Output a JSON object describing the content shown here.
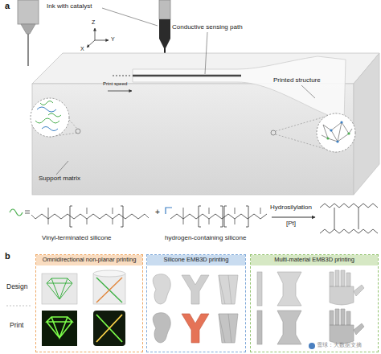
{
  "diagram": {
    "nodes": [
      {
        "text": [
          "Omnidirectional non-planar printing"
        ]
      },
      {
        "text": [
          "Silicone EMB3D printing"
        ]
      },
      {
        "text": [
          "Multi-material EMB3D printing"
        ]
      }
    ],
    "labels": [
      "a",
      "Ink with catalyst",
      "Z",
      "Y",
      "X",
      "Conductive sensing path",
      "Print speed",
      "Printed structure",
      "Support matrix",
      "Vinyl-terminated silicone",
      "+",
      "hydrogen-containing silicone",
      "Hydrosilylation",
      "[Pt]",
      "b",
      "Design",
      "Print",
      "雪球：大数据文摘"
    ]
  }
}
